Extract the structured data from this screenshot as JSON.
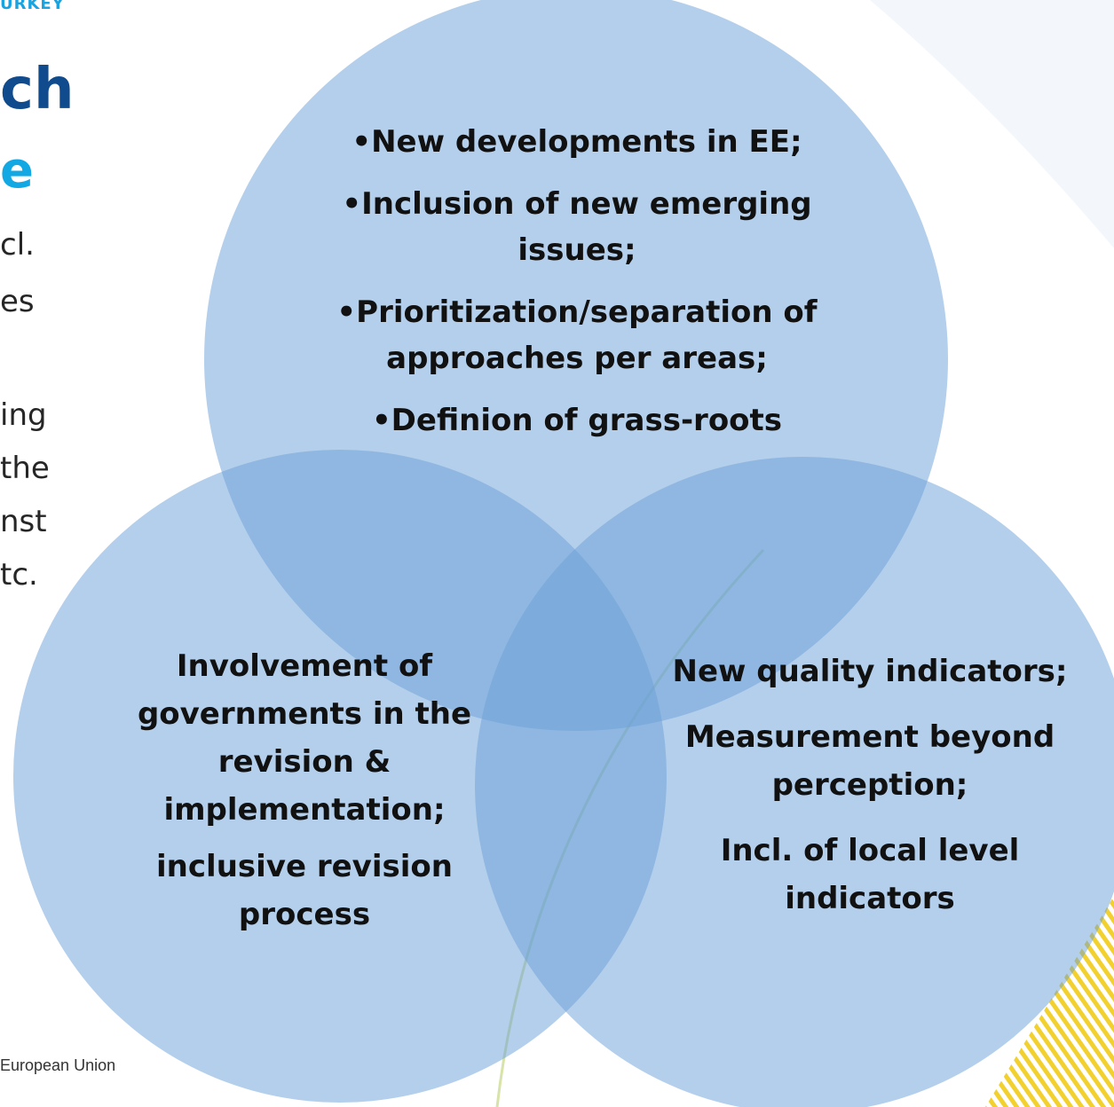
{
  "slide": {
    "org_label": "URKEY",
    "title_line1": "ch",
    "title_line2": "e",
    "body_fragments": [
      "cl.",
      "es",
      "ing",
      "the",
      "nst",
      "tc."
    ],
    "footer": "European Union"
  },
  "venn": {
    "top_circle": {
      "items": [
        "•New developments in EE;",
        "•Inclusion of new emerging issues;",
        "•Prioritization/separation of approaches per areas;",
        "•Definion of grass-roots"
      ]
    },
    "left_circle": {
      "items": [
        "Involvement of governments in the revision & implementation;",
        "inclusive revision process"
      ]
    },
    "right_circle": {
      "items": [
        "New quality indicators;",
        "Measurement beyond perception;",
        "Incl. of local level indicators"
      ]
    },
    "colors": {
      "circle_fill": "#6a9fd8",
      "title_dark": "#104b8e",
      "title_light": "#12a8e3",
      "accent_yellow": "#f2d12e"
    }
  }
}
